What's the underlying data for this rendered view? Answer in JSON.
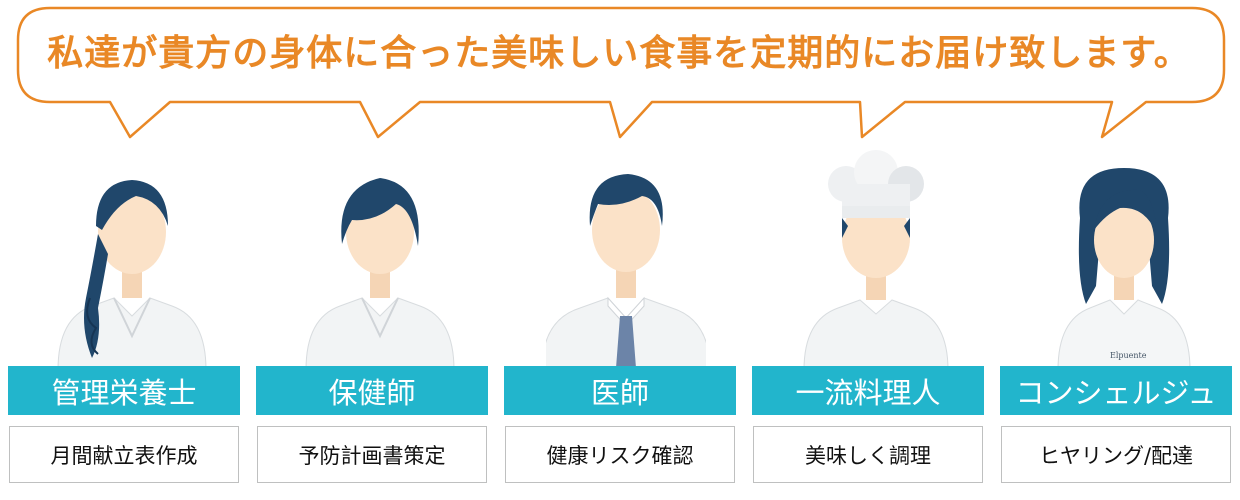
{
  "headline": "私達が貴方の身体に合った美味しい食事を定期的にお届け致します。",
  "colors": {
    "accent_orange": "#e98826",
    "label_teal": "#22b5cc",
    "hair_navy": "#20476b",
    "skin": "#fbe2c8"
  },
  "staff": [
    {
      "role": "管理栄養士",
      "task": "月間献立表作成",
      "icon": "female-nutritionist-icon"
    },
    {
      "role": "保健師",
      "task": "予防計画書策定",
      "icon": "female-health-nurse-icon"
    },
    {
      "role": "医師",
      "task": "健康リスク確認",
      "icon": "male-doctor-icon"
    },
    {
      "role": "一流料理人",
      "task": "美味しく調理",
      "icon": "chef-icon"
    },
    {
      "role": "コンシェルジュ",
      "task": "ヒヤリング/配達",
      "icon": "female-concierge-icon"
    }
  ],
  "badge_text": "Elpuente"
}
